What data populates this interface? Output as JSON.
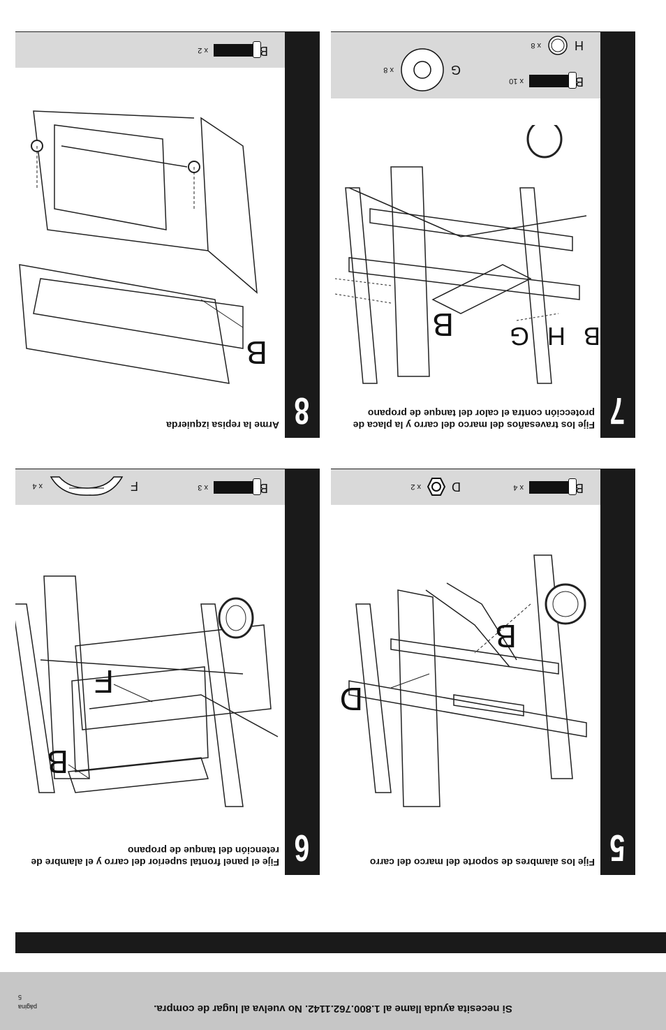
{
  "footer": {
    "help_text": "Si necesita ayuda llame al 1.800.762.1142. No vuelva al lugar de compra.",
    "page_label": "página",
    "page_number": "5"
  },
  "steps": [
    {
      "number": "5",
      "title": "Fije los alambres de soporte del marco del carro",
      "parts": [
        {
          "letter": "B",
          "qty": "x 4"
        },
        {
          "letter": "D",
          "qty": "x 2"
        }
      ],
      "callouts": [
        "B",
        "D"
      ]
    },
    {
      "number": "6",
      "title": "Fije el panel frontal superior del carro y el alambre de retención del tanque de propano",
      "parts": [
        {
          "letter": "B",
          "qty": "x 3"
        },
        {
          "letter": "F",
          "qty": "x 4"
        }
      ],
      "callouts": [
        "F",
        "B"
      ]
    },
    {
      "number": "7",
      "title": "Fije los travesaños del marco del carro y la placa de protección contra el calor del tanque de propano",
      "parts": [
        {
          "letter": "B",
          "qty": "x 10"
        },
        {
          "letter": "G",
          "qty": "x 8"
        },
        {
          "letter": "H",
          "qty": "x 8"
        }
      ],
      "callouts": [
        "B",
        "B H G"
      ]
    },
    {
      "number": "8",
      "title": "Arme la repisa izquierda",
      "parts": [
        {
          "letter": "B",
          "qty": "x 2"
        }
      ],
      "callouts": [
        "B"
      ]
    }
  ]
}
